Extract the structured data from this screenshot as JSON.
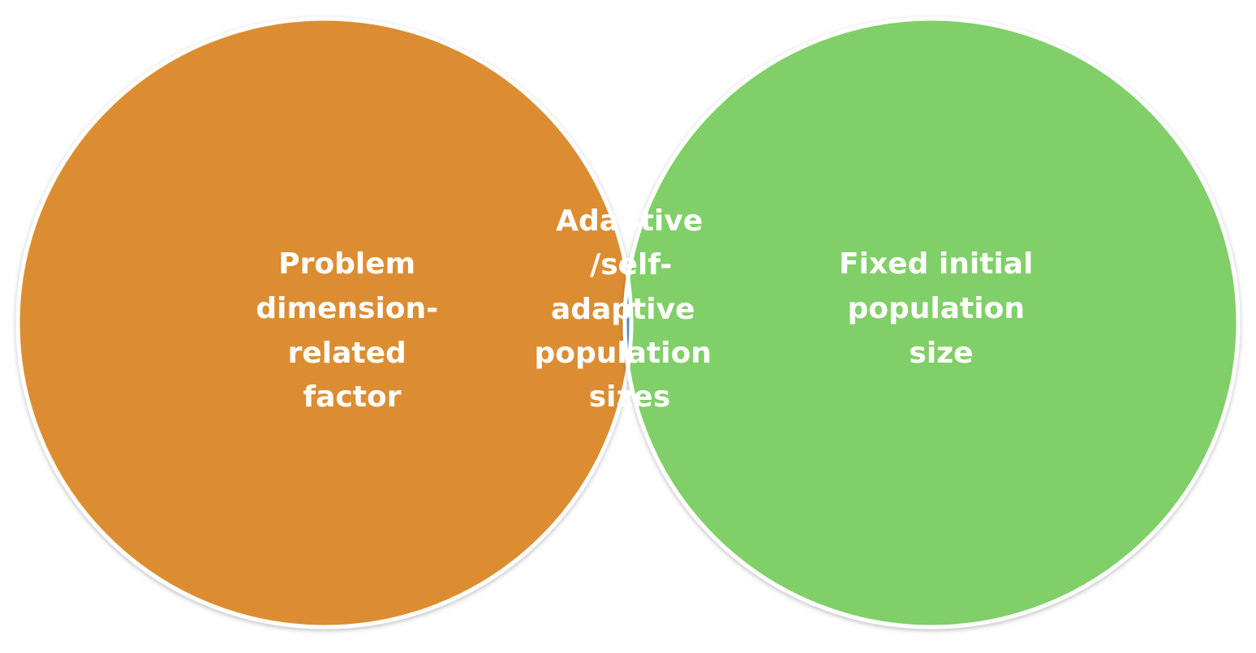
{
  "diagram": {
    "type": "venn",
    "sets": [
      {
        "id": "left",
        "label_lines": [
          "Problem",
          "dimension-",
          "related",
          "factor"
        ],
        "color": "#DC8D33"
      },
      {
        "id": "right",
        "label_lines": [
          "Fixed initial",
          "population",
          "size"
        ],
        "color": "#80CF68"
      }
    ],
    "intersection": {
      "label_lines": [
        "Adaptive",
        "/self-",
        "adaptive",
        "population",
        "sizes"
      ],
      "color": "#4A8ACB"
    },
    "outline_color": "#ffffff"
  }
}
